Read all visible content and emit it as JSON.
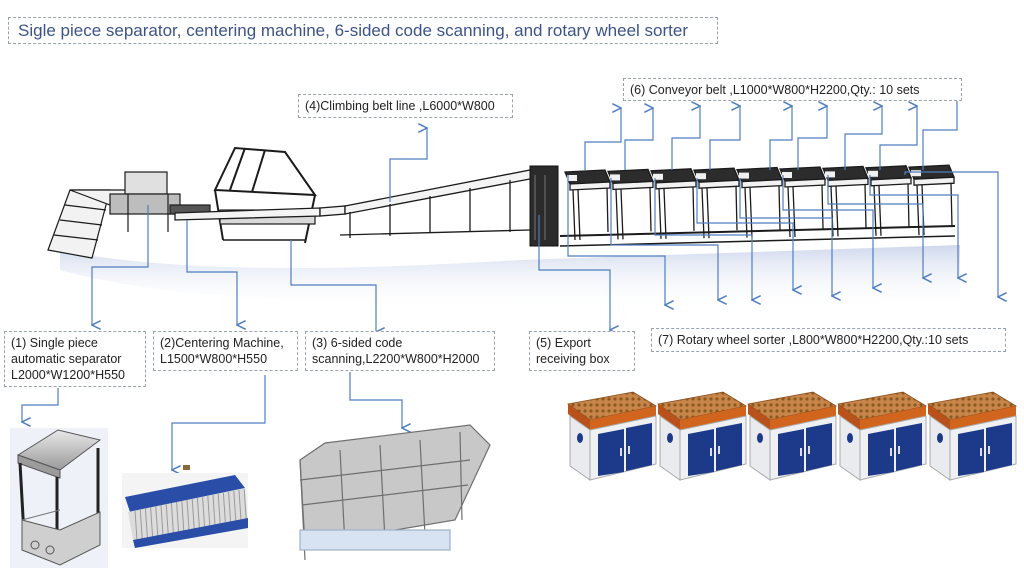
{
  "title": "Sigle piece separator, centering machine, 6-sided code scanning, and rotary wheel sorter",
  "colors": {
    "title": "#3c5488",
    "connector": "#4f7ec0",
    "frame": "#1b1b1b",
    "sorter_top": "#c85a1c",
    "sorter_door": "#1d3a8a"
  },
  "labels": {
    "single_piece_separator": [
      "(1) Single piece",
      "automatic separator",
      "L2000*W1200*H550"
    ],
    "centering_machine": [
      "(2)Centering Machine,",
      "L1500*W800*H550"
    ],
    "code_scanning": [
      "(3) 6-sided code",
      "scanning,L2200*W800*H2000"
    ],
    "climbing_belt": "(4)Climbing belt line ,L6000*W800",
    "export_box": [
      "(5) Export",
      "receiving box"
    ],
    "conveyor_belt": "(6) Conveyor belt ,L1000*W800*H2200,Qty.: 10 sets",
    "rotary_sorter": "(7) Rotary wheel sorter ,L800*W800*H2200,Qty.:10 sets"
  },
  "quantities": {
    "conveyor_belt_sets": 10,
    "rotary_sorter_sets": 10,
    "sorter_images_shown": 5
  }
}
